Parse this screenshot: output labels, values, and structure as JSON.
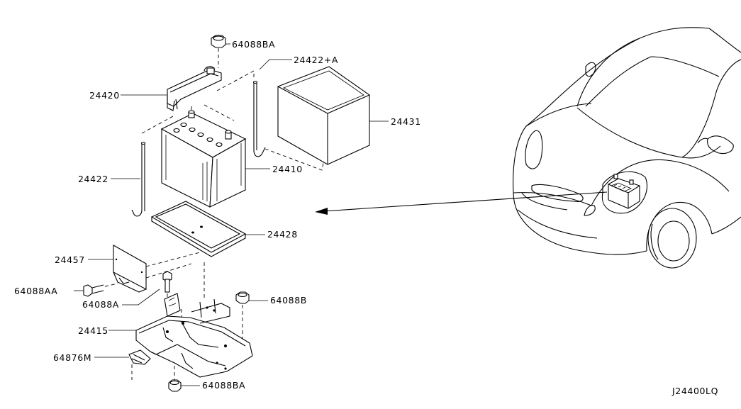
{
  "diagram_id": "J24400LQ",
  "parts": {
    "p64088BA_top": "64088BA",
    "p24422A": "24422+A",
    "p24420": "24420",
    "p24431": "24431",
    "p24422": "24422",
    "p24410": "24410",
    "p24428": "24428",
    "p24457": "24457",
    "p64088AA": "64088AA",
    "p64088A": "64088A",
    "p64088B": "64088B",
    "p24415": "24415",
    "p64876M": "64876M",
    "p64088BA_bottom": "64088BA"
  }
}
